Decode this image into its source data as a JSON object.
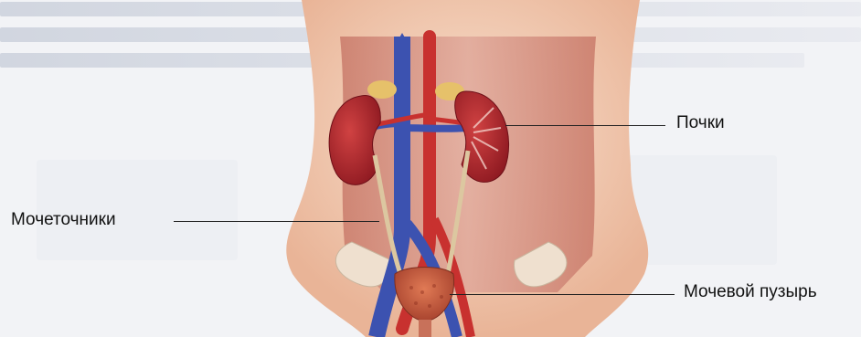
{
  "labels": {
    "kidneys": "Почки",
    "ureters": "Мочеточники",
    "bladder": "Мочевой пузырь"
  },
  "colors": {
    "kidney": "#a8202a",
    "vein": "#3c52b0",
    "artery": "#c8312f",
    "skin": "#f3d0b8",
    "bladder": "#c65a3a"
  }
}
